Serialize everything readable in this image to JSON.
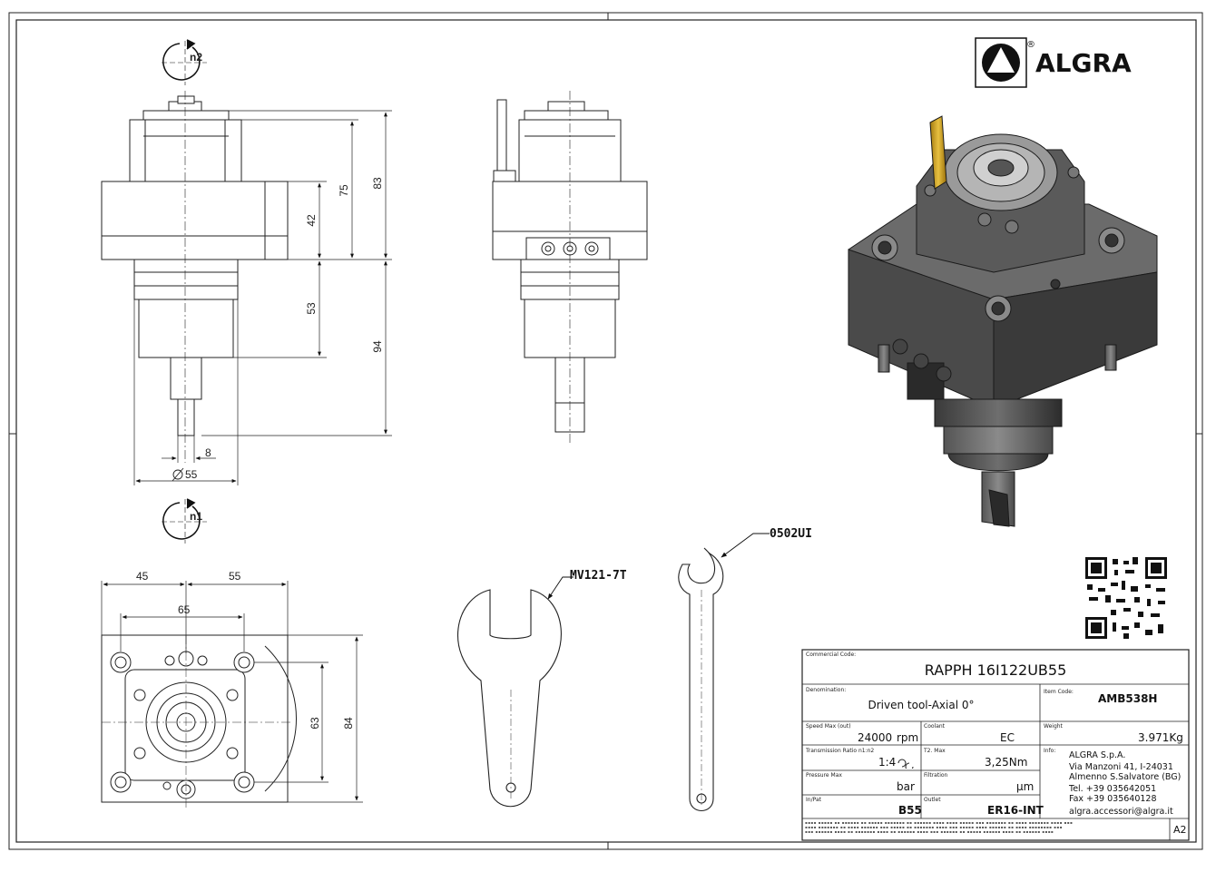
{
  "brand": {
    "name": "ALGRA",
    "registered": "®"
  },
  "rotation_labels": {
    "top": "n2",
    "bottom": "n1"
  },
  "dimensions": {
    "front_75": "75",
    "front_83": "83",
    "front_42": "42",
    "front_53": "53",
    "front_94": "94",
    "front_8": "8",
    "front_dia55": "55",
    "base_45": "45",
    "base_55": "55",
    "base_65": "65",
    "base_63": "63",
    "base_84": "84"
  },
  "callouts": {
    "wrench": "MV121-7T",
    "key": "0502UI"
  },
  "title_block": {
    "commercial_code_label": "Commercial Code:",
    "commercial_code": "RAPPH 16I122UB55",
    "denomination_label": "Denomination:",
    "denomination": "Driven tool-Axial 0°",
    "item_code_label": "Item Code:",
    "item_code": "AMB538H",
    "speed_label": "Speed Max (out)",
    "speed_value": "24000",
    "speed_unit": "rpm",
    "coolant_label": "Coolant",
    "coolant": "EC",
    "weight_label": "Weight",
    "weight": "3.971Kg",
    "ratio_label": "Transmission Ratio n1:n2",
    "ratio": "1:4",
    "torque_label": "T2. Max",
    "torque": "3,25Nm",
    "info_label": "Info:",
    "pressure_label": "Pressure Max",
    "pressure_unit": "bar",
    "filtration_label": "Filtration",
    "filtration_unit": "µm",
    "in_label": "In/Pat",
    "in_value": "B55",
    "outlet_label": "Outlet",
    "outlet_value": "ER16-INT",
    "sheet_size": "A2",
    "company": [
      "ALGRA S.p.A.",
      "Via Manzoni 41, I-24031",
      "Almenno S.Salvatore (BG)",
      "Tel. +39 035642051",
      "Fax +39 035640128",
      "algra.accessori@algra.it"
    ]
  }
}
